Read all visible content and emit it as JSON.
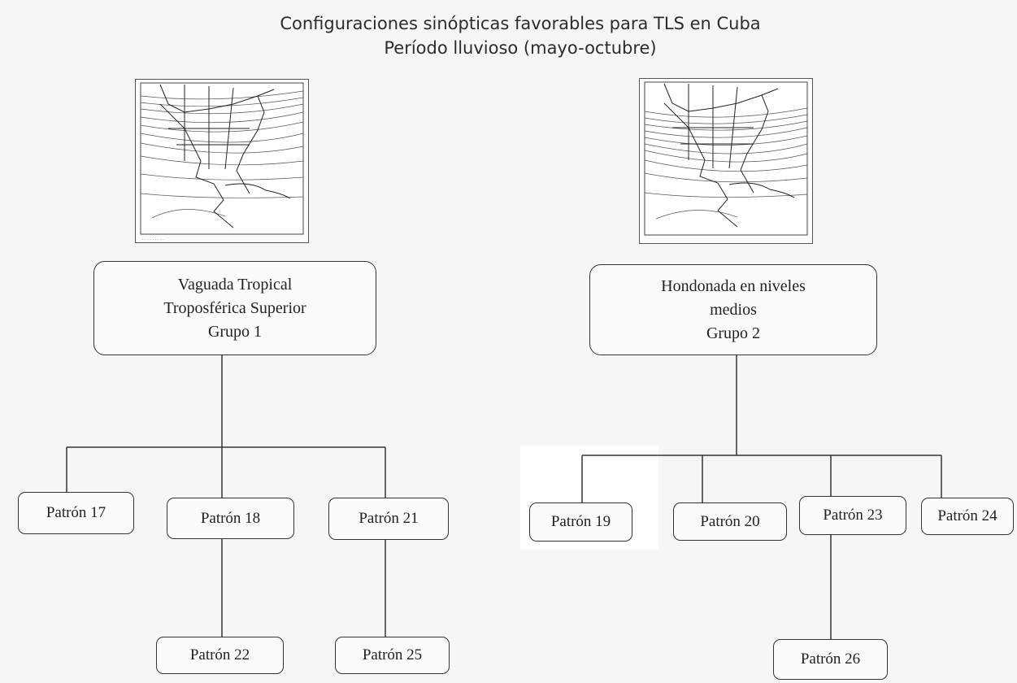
{
  "title": {
    "line1": "Configuraciones sinópticas favorables para TLS en Cuba",
    "line2": "Período lluvioso (mayo-octubre)"
  },
  "maps": [
    {
      "name": "synoptic-map-group-1",
      "icon": "weather-map-north-america-caribbean"
    },
    {
      "name": "synoptic-map-group-2",
      "icon": "weather-map-north-america-caribbean"
    }
  ],
  "groups": [
    {
      "lines": [
        "Vaguada Tropical",
        "Troposférica Superior",
        "Grupo 1"
      ]
    },
    {
      "lines": [
        "Hondonada en niveles",
        "medios",
        "Grupo 2"
      ]
    }
  ],
  "patterns": {
    "p17": "Patrón 17",
    "p18": "Patrón 18",
    "p21": "Patrón 21",
    "p22": "Patrón 22",
    "p25": "Patrón 25",
    "p19": "Patrón 19",
    "p20": "Patrón 20",
    "p23": "Patrón 23",
    "p24": "Patrón 24",
    "p26": "Patrón 26"
  },
  "colors": {
    "line": "#333333",
    "text": "#2c2c2c",
    "background": "#f6f6f6"
  }
}
